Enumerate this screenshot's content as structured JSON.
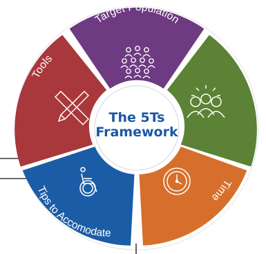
{
  "center": {
    "line1": "The 5Ts",
    "line2": "Framework"
  },
  "segments": [
    {
      "id": "target-population",
      "label": "Target Population",
      "color": "#6e3a82",
      "icon": "people-group-icon"
    },
    {
      "id": "team",
      "label": "Team",
      "color": "#5c8236",
      "icon": "team-idea-icon"
    },
    {
      "id": "time",
      "label": "Time",
      "color": "#d66f2b",
      "icon": "clock-icon"
    },
    {
      "id": "tips",
      "label": "Tips to Accomodate",
      "color": "#1b5ca6",
      "icon": "wheelchair-icon"
    },
    {
      "id": "tools",
      "label": "Tools",
      "color": "#a8383b",
      "icon": "ruler-pencil-icon"
    }
  ]
}
